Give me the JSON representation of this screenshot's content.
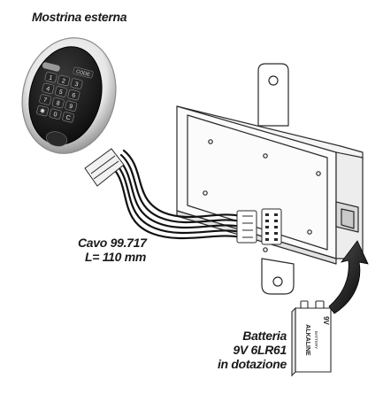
{
  "labels": {
    "external_plate": "Mostrina esterna",
    "cable_line1": "Cavo 99.717",
    "cable_line2": "L= 110 mm",
    "battery_line1": "Batteria",
    "battery_line2": "9V 6LR61",
    "battery_line3": "in dotazione"
  },
  "keypad": {
    "code_key": "CODE",
    "keys": [
      "1",
      "2",
      "3",
      "4",
      "5",
      "6",
      "7",
      "8",
      "9",
      "✱",
      "0",
      "C"
    ]
  },
  "battery": {
    "brand_text": "ALKALINE",
    "sub_text": "BATTERY",
    "voltage": "9V"
  },
  "colors": {
    "line": "#2a2a2a",
    "plate_rim": "#d9d9d9",
    "keypad_face": "#1c1c1c",
    "arrow": "#111111"
  }
}
